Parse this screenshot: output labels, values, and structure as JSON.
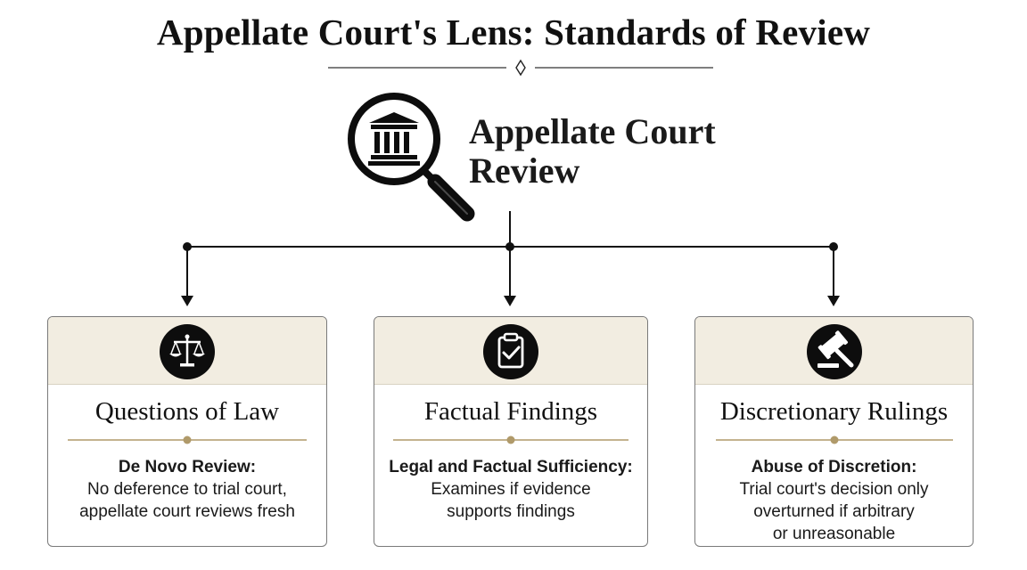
{
  "title": "Appellate Court's Lens: Standards of Review",
  "root": {
    "line1": "Appellate Court",
    "line2": "Review",
    "icon": "courthouse-magnifier-icon"
  },
  "accent_color": "#b09a6a",
  "header_fill": "#f2ede1",
  "branches": [
    {
      "icon": "scales-of-justice-icon",
      "title": "Questions of Law",
      "standard": "De Novo Review:",
      "lines": [
        "No deference to trial court,",
        "appellate court reviews fresh"
      ]
    },
    {
      "icon": "clipboard-check-icon",
      "title": "Factual Findings",
      "standard": "Legal and Factual Sufficiency:",
      "lines": [
        "Examines if evidence",
        "supports findings"
      ]
    },
    {
      "icon": "gavel-icon",
      "title": "Discretionary Rulings",
      "standard": "Abuse of Discretion:",
      "lines": [
        "Trial court's decision only",
        "overturned if arbitrary",
        "or unreasonable"
      ]
    }
  ]
}
